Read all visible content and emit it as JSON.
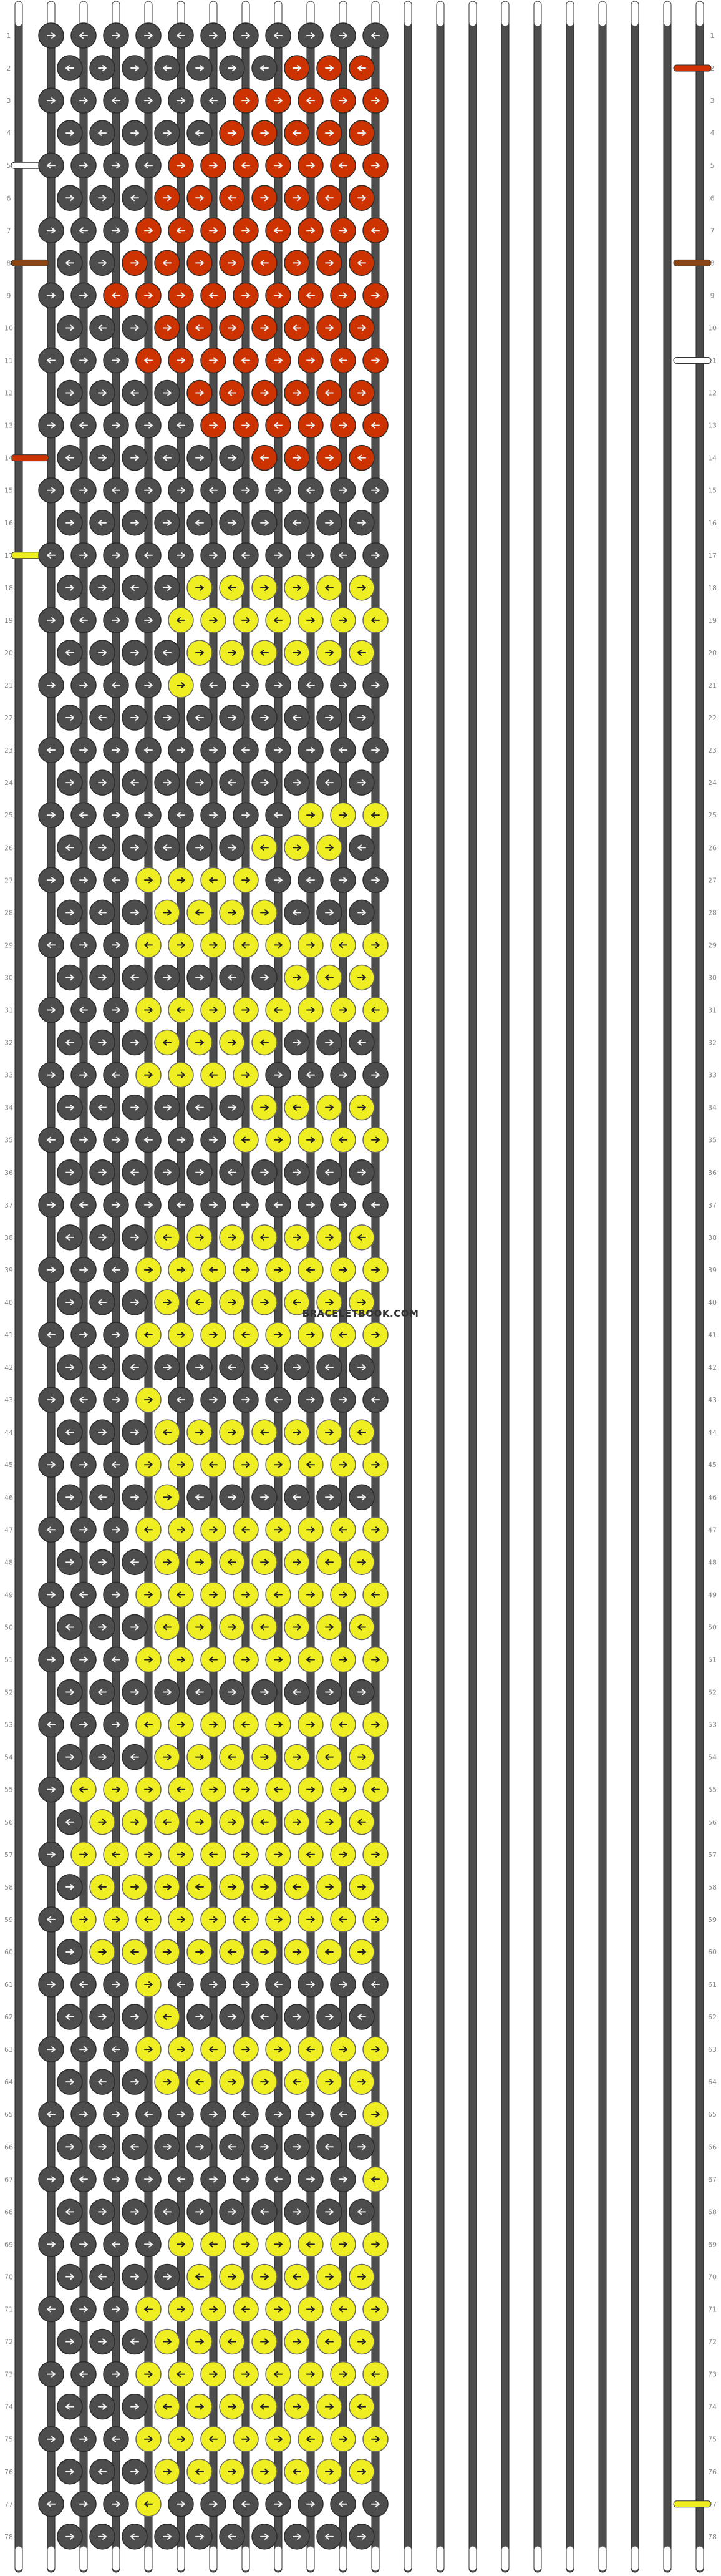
{
  "watermark": "BRACELETBOOK.COM",
  "pattern": {
    "rows": 78,
    "knot_columns": [
      11,
      10
    ],
    "colors": {
      "background": "#4d4d4d",
      "red": "#cc3300",
      "white": "#ffffff",
      "yellow": "#eeee22",
      "brown": "#8b4513"
    },
    "row_labels": [
      "1",
      "2",
      "3",
      "4",
      "5",
      "6",
      "7",
      "8",
      "9",
      "10",
      "11",
      "12",
      "13",
      "14",
      "15",
      "16",
      "17",
      "18",
      "19",
      "20",
      "21",
      "22",
      "23",
      "24",
      "25",
      "26",
      "27",
      "28",
      "29",
      "30",
      "31",
      "32",
      "33",
      "34",
      "35",
      "36",
      "37",
      "38",
      "39",
      "40",
      "41",
      "42",
      "43",
      "44",
      "45",
      "46",
      "47",
      "48",
      "49",
      "50",
      "51",
      "52",
      "53",
      "54",
      "55",
      "56",
      "57",
      "58",
      "59",
      "60",
      "61",
      "62",
      "63",
      "64",
      "65",
      "66",
      "67",
      "68",
      "69",
      "70",
      "71",
      "72",
      "73",
      "74",
      "75",
      "76",
      "77",
      "78"
    ],
    "regions": [
      {
        "rows": [
          2,
          2
        ],
        "cols": [
          8,
          13
        ],
        "color": "red"
      },
      {
        "rows": [
          3,
          3
        ],
        "cols": [
          7,
          14
        ],
        "color": "red"
      },
      {
        "rows": [
          4,
          4
        ],
        "cols": [
          6,
          15
        ],
        "color": "red"
      },
      {
        "rows": [
          5,
          5
        ],
        "cols": [
          5,
          15
        ],
        "color": "red"
      },
      {
        "rows": [
          6,
          7
        ],
        "cols": [
          4,
          16
        ],
        "color": "red"
      },
      {
        "rows": [
          8,
          9
        ],
        "cols": [
          3,
          16
        ],
        "color": "red"
      },
      {
        "rows": [
          10,
          11
        ],
        "cols": [
          4,
          16
        ],
        "color": "red"
      },
      {
        "rows": [
          12,
          12
        ],
        "cols": [
          5,
          15
        ],
        "color": "red"
      },
      {
        "rows": [
          13,
          13
        ],
        "cols": [
          6,
          14
        ],
        "color": "red"
      },
      {
        "rows": [
          14,
          14
        ],
        "cols": [
          7,
          13
        ],
        "color": "red"
      },
      {
        "rows": [
          5,
          5
        ],
        "cols": [
          14,
          14
        ],
        "color": "white"
      },
      {
        "rows": [
          6,
          7
        ],
        "cols": [
          12,
          14
        ],
        "color": "white"
      },
      {
        "rows": [
          8,
          9
        ],
        "cols": [
          12,
          13
        ],
        "color": "white"
      },
      {
        "rows": [
          10,
          10
        ],
        "cols": [
          12,
          12
        ],
        "color": "white"
      },
      {
        "rows": [
          11,
          11
        ],
        "cols": [
          12,
          12
        ],
        "color": "white"
      },
      {
        "rows": [
          8,
          8
        ],
        "cols": [
          15,
          18
        ],
        "color": "brown"
      },
      {
        "rows": [
          18,
          20
        ],
        "cols": [
          5,
          12
        ],
        "color": "yellow"
      },
      {
        "rows": [
          19,
          19
        ],
        "cols": [
          13,
          14
        ],
        "color": "yellow"
      },
      {
        "rows": [
          21,
          22
        ],
        "cols": [
          12,
          12
        ],
        "color": "yellow"
      },
      {
        "rows": [
          21,
          21
        ],
        "cols": [
          5,
          5
        ],
        "color": "yellow"
      },
      {
        "rows": [
          23,
          25
        ],
        "cols": [
          12,
          12
        ],
        "color": "yellow"
      },
      {
        "rows": [
          25,
          25
        ],
        "cols": [
          9,
          11
        ],
        "color": "yellow"
      },
      {
        "rows": [
          26,
          26
        ],
        "cols": [
          7,
          9
        ],
        "color": "yellow"
      },
      {
        "rows": [
          27,
          29
        ],
        "cols": [
          4,
          7
        ],
        "color": "yellow"
      },
      {
        "rows": [
          29,
          29
        ],
        "cols": [
          8,
          12
        ],
        "color": "yellow"
      },
      {
        "rows": [
          30,
          31
        ],
        "cols": [
          8,
          12
        ],
        "color": "yellow"
      },
      {
        "rows": [
          31,
          33
        ],
        "cols": [
          4,
          7
        ],
        "color": "yellow"
      },
      {
        "rows": [
          34,
          35
        ],
        "cols": [
          7,
          12
        ],
        "color": "yellow"
      },
      {
        "rows": [
          36,
          37
        ],
        "cols": [
          12,
          12
        ],
        "color": "yellow"
      },
      {
        "rows": [
          38,
          41
        ],
        "cols": [
          4,
          12
        ],
        "color": "yellow"
      },
      {
        "rows": [
          39,
          40
        ],
        "cols": [
          13,
          16
        ],
        "color": "yellow"
      },
      {
        "rows": [
          43,
          46
        ],
        "cols": [
          4,
          4
        ],
        "color": "yellow"
      },
      {
        "rows": [
          44,
          45
        ],
        "cols": [
          5,
          18
        ],
        "color": "yellow"
      },
      {
        "rows": [
          45,
          45
        ],
        "cols": [
          19,
          19
        ],
        "color": "yellow"
      },
      {
        "rows": [
          47,
          51
        ],
        "cols": [
          4,
          12
        ],
        "color": "yellow"
      },
      {
        "rows": [
          49,
          50
        ],
        "cols": [
          13,
          16
        ],
        "color": "yellow"
      },
      {
        "rows": [
          53,
          54
        ],
        "cols": [
          4,
          13
        ],
        "color": "yellow"
      },
      {
        "rows": [
          55,
          60
        ],
        "cols": [
          2,
          14
        ],
        "color": "yellow"
      },
      {
        "rows": [
          56,
          59
        ],
        "cols": [
          15,
          16
        ],
        "color": "yellow"
      },
      {
        "rows": [
          61,
          62
        ],
        "cols": [
          4,
          4
        ],
        "color": "yellow"
      },
      {
        "rows": [
          63,
          64
        ],
        "cols": [
          4,
          17
        ],
        "color": "yellow"
      },
      {
        "rows": [
          65,
          68
        ],
        "cols": [
          11,
          12
        ],
        "color": "yellow"
      },
      {
        "rows": [
          69,
          70
        ],
        "cols": [
          5,
          12
        ],
        "color": "yellow"
      },
      {
        "rows": [
          71,
          72
        ],
        "cols": [
          4,
          11
        ],
        "color": "yellow"
      },
      {
        "rows": [
          73,
          76
        ],
        "cols": [
          4,
          13
        ],
        "color": "yellow"
      },
      {
        "rows": [
          77,
          77
        ],
        "cols": [
          4,
          4
        ],
        "color": "yellow"
      }
    ],
    "edge_strings": [
      {
        "row": 2,
        "side": "right",
        "color": "red"
      },
      {
        "row": 5,
        "side": "left",
        "color": "white"
      },
      {
        "row": 8,
        "side": "left",
        "color": "brown"
      },
      {
        "row": 8,
        "side": "right",
        "color": "brown"
      },
      {
        "row": 11,
        "side": "right",
        "color": "white"
      },
      {
        "row": 14,
        "side": "left",
        "color": "red"
      },
      {
        "row": 17,
        "side": "left",
        "color": "yellow"
      },
      {
        "row": 77,
        "side": "right",
        "color": "yellow"
      }
    ]
  }
}
